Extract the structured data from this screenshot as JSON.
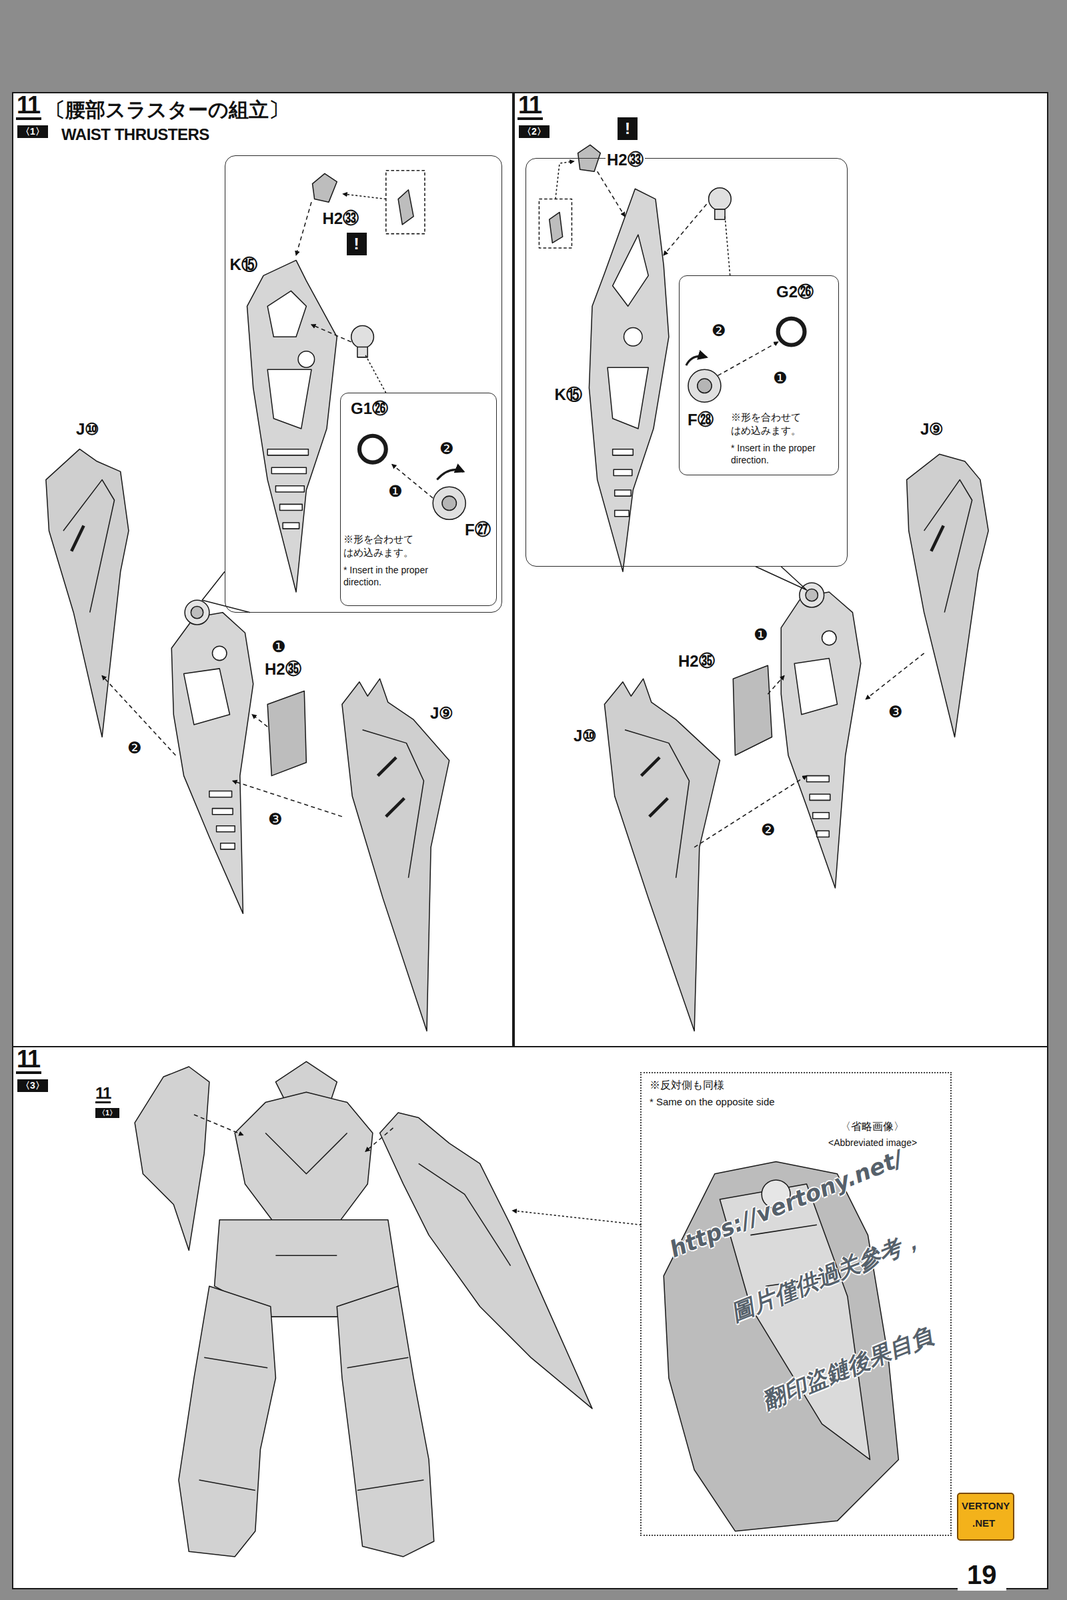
{
  "diagram": {
    "title": "〔腰部スラスターの組立〕",
    "nodes": [
      {
        "text": [
          "11",
          "〈1〉"
        ]
      },
      {
        "text": [
          "!",
          "H2㉝",
          "K⑮"
        ],
        "in": 0
      },
      {
        "text": [
          "G1㉖",
          "❷",
          "❶",
          "F㉗",
          "※形を合わせて はめ込みます。",
          "* Insert in the proper direction."
        ],
        "in": 1
      },
      {
        "text": [
          "11",
          "〈2〉"
        ]
      },
      {
        "text": [
          "K⑮"
        ],
        "in": 3
      },
      {
        "text": [
          "G2㉖",
          "❷",
          "❶",
          "F㉘",
          "※形を合わせて はめ込みます。",
          "* Insert in the proper direction."
        ],
        "in": 4
      },
      {
        "text": [
          "11",
          "〈3〉"
        ]
      },
      {
        "text": [
          "11",
          "〈1〉"
        ],
        "in": 6
      },
      {
        "text": [
          "※反対側も同様",
          "* Same on the opposite side",
          "〈省略画像〉",
          "<Abbreviated image>"
        ],
        "in": 6
      }
    ],
    "labels": [
      "WAIST THRUSTERS",
      "J⑩",
      "❶",
      "H2㉟",
      "❷",
      "❸",
      "J⑨",
      "!",
      "H2㉝",
      "J⑨",
      "❶",
      "H2㉟",
      "❸",
      "J⑩",
      "❷",
      "https://vertony.net/",
      "圖片僅供過关參考，",
      "翻印盜鏈後果自負",
      "VERTONY",
      ".NET",
      "19"
    ]
  }
}
